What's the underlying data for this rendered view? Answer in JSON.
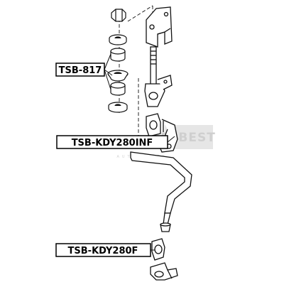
{
  "labels": {
    "part_1": "TSB-817",
    "part_2": "TSB-KDY280INF",
    "part_3": "TSB-KDY280F"
  },
  "watermark": {
    "brand": "FEBEST",
    "tagline": "AUTO PARTS"
  },
  "colors": {
    "line": "#111111",
    "label_border": "#000000",
    "label_text": "#000000",
    "watermark": "#dcdcdc",
    "background": "#ffffff"
  }
}
